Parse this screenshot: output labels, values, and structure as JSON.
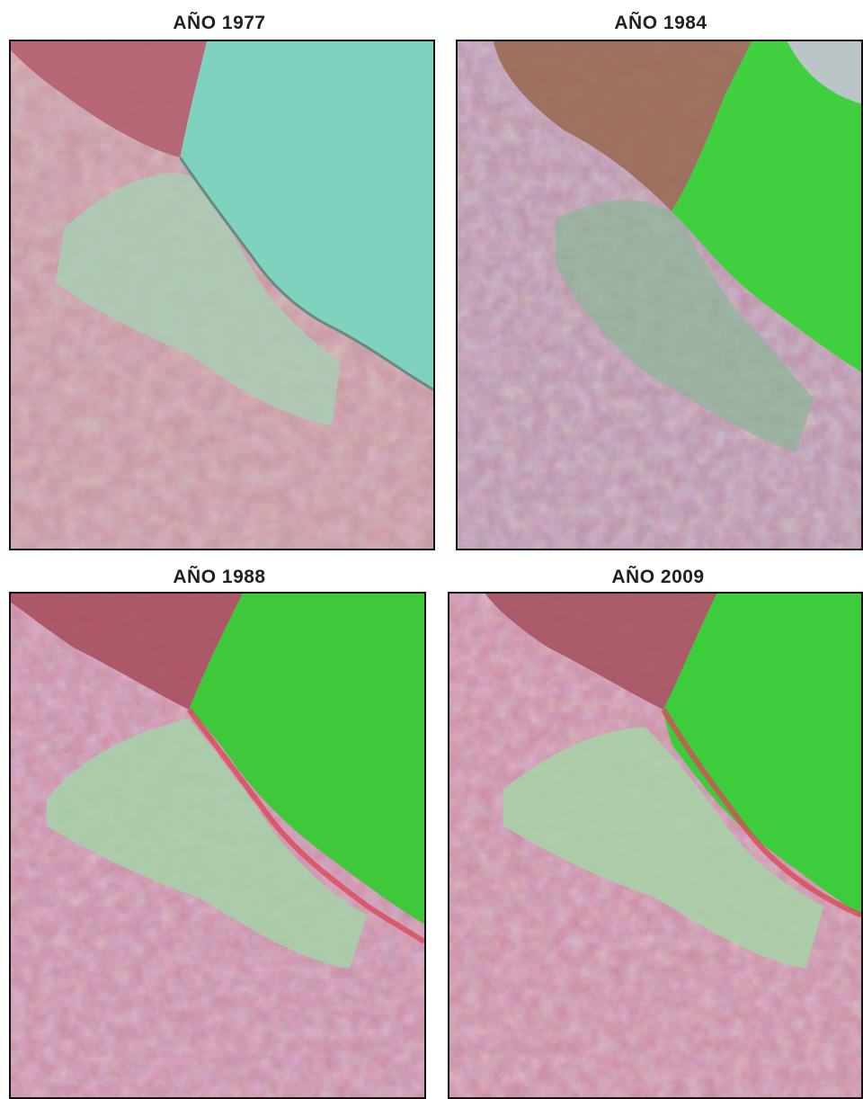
{
  "panels": [
    {
      "title": "AÑO 1977",
      "water_color": "#7fd3be",
      "delta_color": "#b45a6a"
    },
    {
      "title": "AÑO 1984",
      "water_color": "#3fcf3f",
      "delta_color": "#9a6a55"
    },
    {
      "title": "AÑO 1988",
      "water_color": "#3fc83a",
      "delta_color": "#a9505e"
    },
    {
      "title": "AÑO 2009",
      "water_color": "#3ccc3c",
      "delta_color": "#a6545f"
    }
  ],
  "colors": {
    "land": "#c98a98",
    "urban": "#9fd0b0",
    "border": "#111111",
    "title_text": "#222222"
  }
}
